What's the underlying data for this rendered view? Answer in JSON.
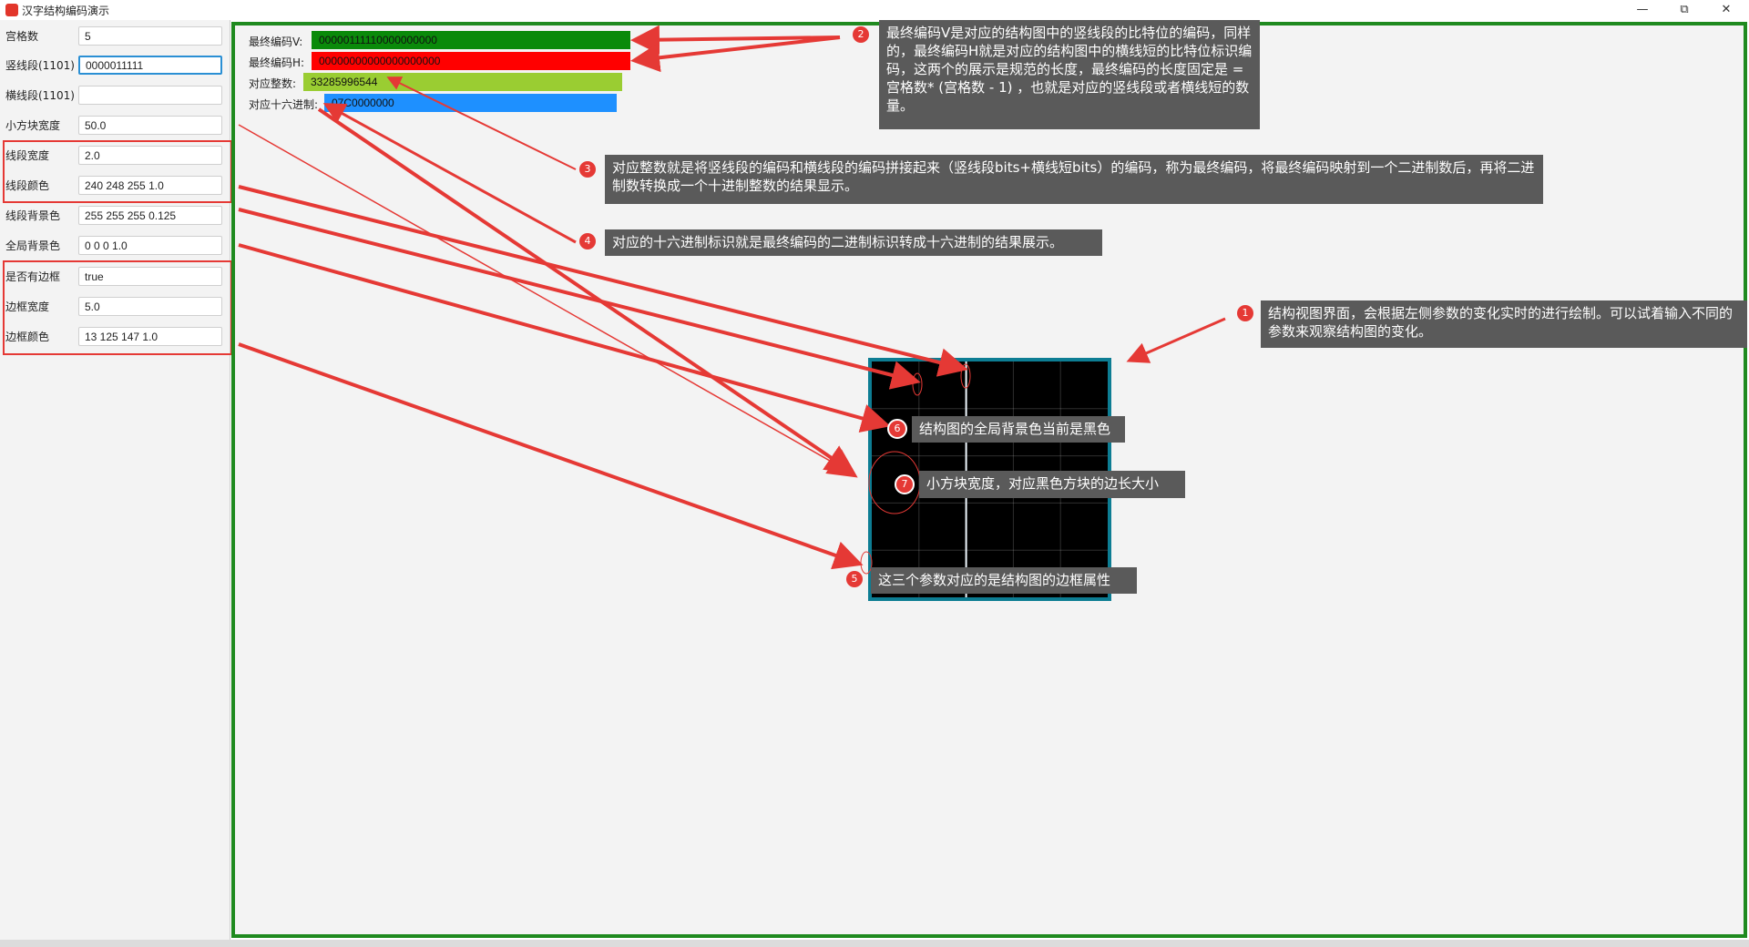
{
  "window": {
    "title": "汉字结构编码演示",
    "minimize": "—",
    "restore": "⧉",
    "close": "✕"
  },
  "params": [
    {
      "label": "宫格数",
      "value": ""
    },
    {
      "label": "竖线段(1101)",
      "value": "0000011111"
    },
    {
      "label": "横线段(1101)",
      "value": ""
    },
    {
      "label": "小方块宽度",
      "value": "50.0"
    },
    {
      "label": "线段宽度",
      "value": "2.0"
    },
    {
      "label": "线段颜色",
      "value": "240 248 255 1.0"
    },
    {
      "label": "线段背景色",
      "value": "255 255 255 0.125"
    },
    {
      "label": "全局背景色",
      "value": "0 0 0 1.0"
    },
    {
      "label": "是否有边框",
      "value": "true"
    },
    {
      "label": "边框宽度",
      "value": "5.0"
    },
    {
      "label": "边框颜色",
      "value": "13 125 147 1.0"
    }
  ],
  "grid_count_value": "5",
  "encodings": {
    "v_label": "最终编码V:",
    "v_value": "00000111110000000000",
    "h_label": "最终编码H:",
    "h_value": "00000000000000000000",
    "int_label": "对应整数:",
    "int_value": "33285996544",
    "hex_label": "对应十六进制:",
    "hex_value": "07C0000000"
  },
  "colors": {
    "v_bar": "#0a8a0a",
    "h_bar": "#ff0000",
    "int_bar": "#9acd32",
    "hex_bar": "#1e90ff",
    "frame": "#1f8a1f",
    "annotation": "#e53935",
    "structure_border": "#0d7d93"
  },
  "callouts": {
    "c1": {
      "num": "1",
      "text": "结构视图界面，会根据左侧参数的变化实时的进行绘制。可以试着输入不同的参数来观察结构图的变化。"
    },
    "c2": {
      "num": "2",
      "text": "最终编码V是对应的结构图中的竖线段的比特位的编码，同样的，最终编码H就是对应的结构图中的横线短的比特位标识编码，这两个的展示是规范的长度，最终编码的长度固定是 = 宫格数* (宫格数 - 1) ，也就是对应的竖线段或者横线短的数量。"
    },
    "c3": {
      "num": "3",
      "text": "对应整数就是将竖线段的编码和横线段的编码拼接起来（竖线段bits+横线短bits）的编码，称为最终编码，将最终编码映射到一个二进制数后，再将二进制数转换成一个十进制整数的结果显示。"
    },
    "c4": {
      "num": "4",
      "text": "对应的十六进制标识就是最终编码的二进制标识转成十六进制的结果展示。"
    },
    "c5": {
      "num": "5",
      "text": "这三个参数对应的是结构图的边框属性"
    },
    "c6": {
      "num": "6",
      "text": "结构图的全局背景色当前是黑色"
    },
    "c7": {
      "num": "7",
      "text": "小方块宽度，对应黑色方块的边长大小"
    }
  }
}
